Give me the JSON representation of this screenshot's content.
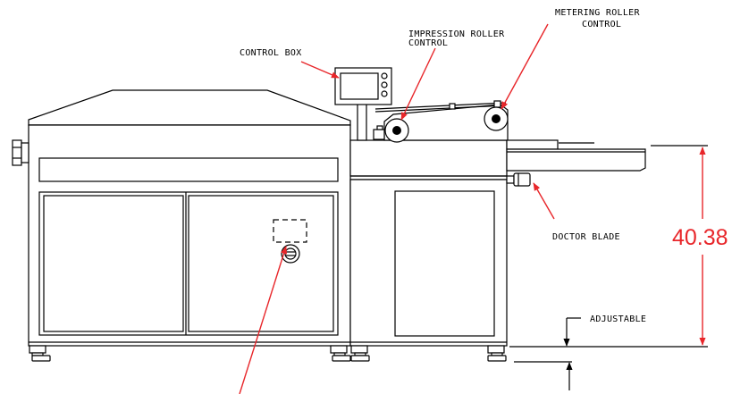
{
  "labels": {
    "control_box": "CONTROL BOX",
    "impression_line1": "IMPRESSION ROLLER",
    "impression_line2": "CONTROL",
    "metering_line1": "METERING ROLLER",
    "metering_line2": "CONTROL",
    "doctor_blade": "DOCTOR BLADE",
    "adjustable": "ADJUSTABLE"
  },
  "dimension": {
    "height_value": "40.38"
  },
  "colors": {
    "annotation": "#e8262a",
    "linework": "#000000",
    "background": "#ffffff"
  }
}
